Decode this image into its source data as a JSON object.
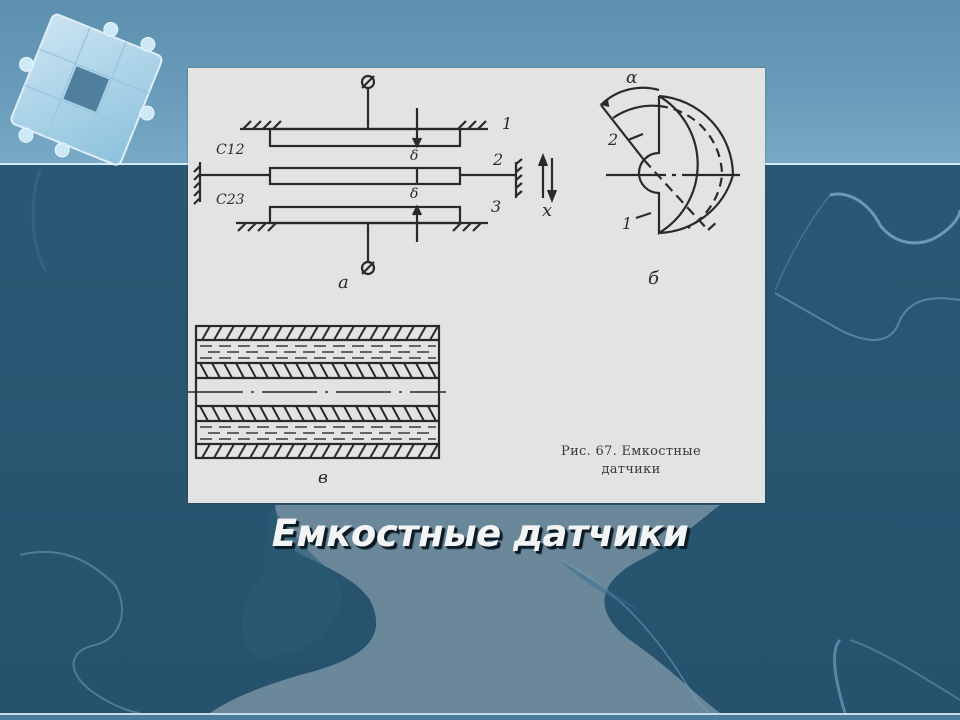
{
  "slide": {
    "title": "Емкостные датчики",
    "colors": {
      "top_band": "#6a9dbb",
      "main_background": "#27536e",
      "title_text": "#f2f4f6",
      "figure_background": "#e3e3e1"
    }
  },
  "figure": {
    "caption_line1": "Рис. 67. Емкостные",
    "caption_line2": "датчики",
    "diagram_a": {
      "label": "а",
      "plate_labels": [
        "1",
        "2",
        "3"
      ],
      "capacitance_labels": [
        "C12",
        "C23"
      ],
      "gap_symbol": "δ",
      "motion_label": "x"
    },
    "diagram_b": {
      "label": "б",
      "angle_label": "α",
      "plate_labels": [
        "2",
        "1"
      ]
    },
    "diagram_v": {
      "label": "в"
    }
  },
  "decor": {
    "logo_icon": "puzzle-pieces-icon"
  }
}
